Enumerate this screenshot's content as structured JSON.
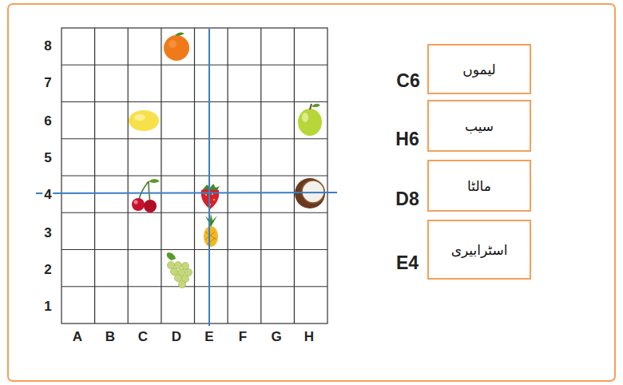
{
  "diagram": {
    "nodes": [
      {
        "text": [
          "لیموں"
        ]
      },
      {
        "text": [
          "سیب"
        ]
      },
      {
        "text": [
          "مالٹا"
        ]
      },
      {
        "text": [
          "اسٹرابیری"
        ]
      }
    ],
    "labels": [
      "8",
      "7",
      "6",
      "5",
      "4",
      "3",
      "2",
      "1",
      "A",
      "B",
      "C",
      "D",
      "E",
      "F",
      "G",
      "H",
      "C6",
      "H6",
      "D8",
      "E4"
    ]
  }
}
